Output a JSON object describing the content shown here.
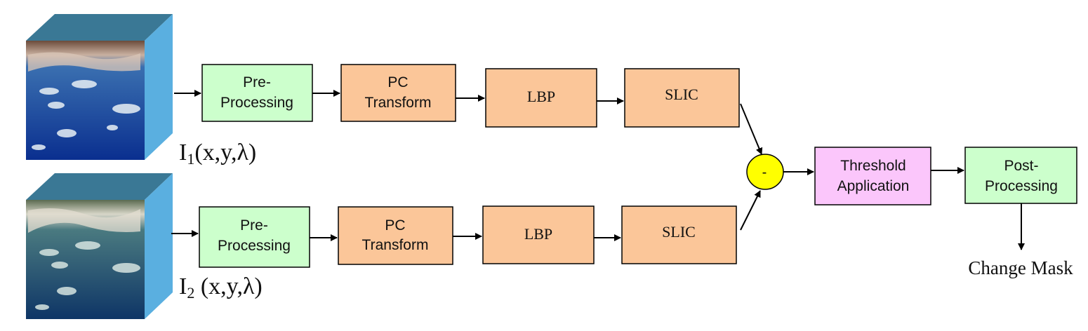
{
  "inputs": {
    "image1": {
      "label": "I",
      "subscript": "1",
      "args": "(x,y,λ)"
    },
    "image2": {
      "label": "I",
      "subscript": "2",
      "args": " (x,y,λ)"
    }
  },
  "pipeline_top": {
    "preprocessing": {
      "line1": "Pre-",
      "line2": "Processing"
    },
    "pc_transform": {
      "line1": "PC",
      "line2": "Transform"
    },
    "lbp": "LBP",
    "slic": "SLIC"
  },
  "pipeline_bottom": {
    "preprocessing": {
      "line1": "Pre-",
      "line2": "Processing"
    },
    "pc_transform": {
      "line1": "PC",
      "line2": "Transform"
    },
    "lbp": "LBP",
    "slic": "SLIC"
  },
  "difference_operator": "-",
  "threshold": {
    "line1": "Threshold",
    "line2": "Application"
  },
  "postprocessing": {
    "line1": "Post-",
    "line2": "Processing"
  },
  "output": "Change Mask",
  "colors": {
    "green_box": "#ccffcc",
    "orange_box": "#fbc699",
    "pink_box": "#fbc6fb",
    "yellow_op": "#ffff00",
    "cube_side": "#5aafe0",
    "cube_top": "#3a7895"
  }
}
